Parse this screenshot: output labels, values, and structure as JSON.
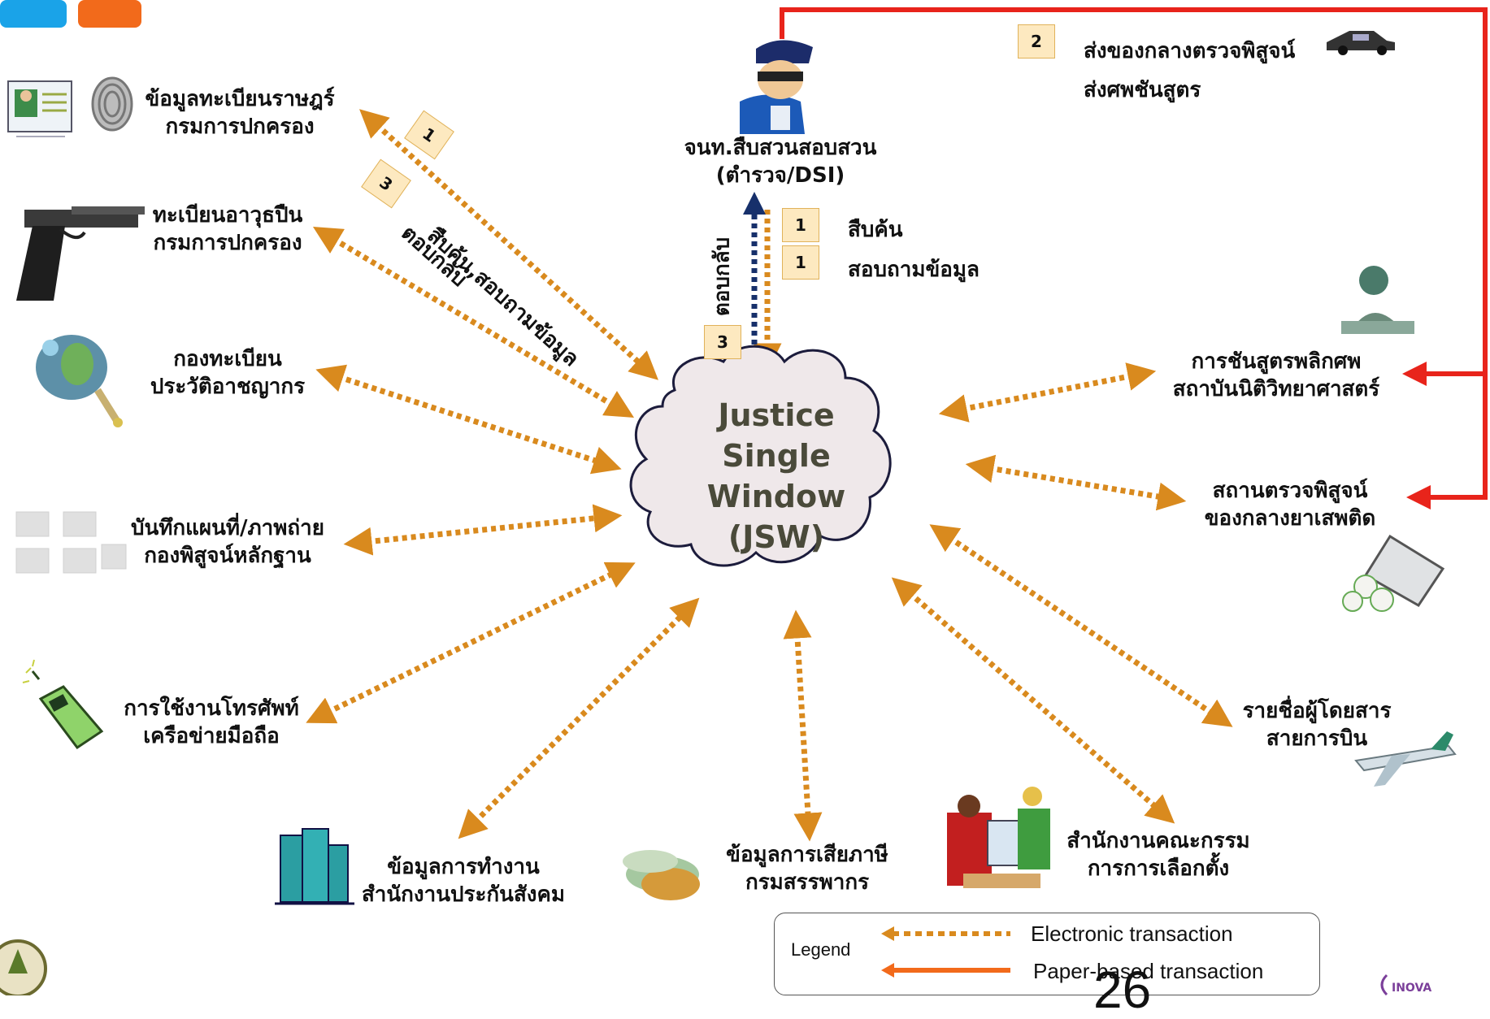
{
  "colors": {
    "electronic": "#d98a1e",
    "paper": "#e8241b",
    "cloud_fill": "#efe8ea",
    "cloud_text": "#4a4a3a",
    "up_arrow": "#17306b"
  },
  "center": {
    "line1": "Justice",
    "line2": "Single",
    "line3": "Window",
    "line4": "(JSW)"
  },
  "investigator": {
    "line1": "จนท.สืบสวนสอบสวน",
    "line2": "(ตำรวจ/DSI)"
  },
  "steps": {
    "s1a_badge": "1",
    "s1a_text": "สืบค้น",
    "s1b_badge": "1",
    "s1b_text": "สอบถามข้อมูล",
    "s3_badge": "3",
    "reply_vertical": "ตอบกลับ",
    "s2_badge": "2",
    "s2_line1": "ส่งของกลางตรวจพิสูจน์",
    "s2_line2": "ส่งศพชันสูตร",
    "diag1_badge": "1",
    "diag1_text": "สืบค้น,สอบถามข้อมูล",
    "diag3_badge": "3",
    "diag3_text": "ตอบกลับ"
  },
  "nodes": {
    "civil": {
      "line1": "ข้อมูลทะเบียนราษฎร์",
      "line2": "กรมการปกครอง"
    },
    "firearm": {
      "line1": "ทะเบียนอาวุธปืน",
      "line2": "กรมการปกครอง"
    },
    "criminal": {
      "line1": "กองทะเบียน",
      "line2": "ประวัติอาชญากร"
    },
    "map": {
      "line1": "บันทึกแผนที่/ภาพถ่าย",
      "line2": "กองพิสูจน์หลักฐาน"
    },
    "phone": {
      "line1": "การใช้งานโทรศัพท์",
      "line2": "เครือข่ายมือถือ"
    },
    "social": {
      "line1": "ข้อมูลการทำงาน",
      "line2": "สำนักงานประกันสังคม"
    },
    "tax": {
      "line1": "ข้อมูลการเสียภาษี",
      "line2": "กรมสรรพากร"
    },
    "election": {
      "line1": "สำนักงานคณะกรรม",
      "line2": "การการเลือกตั้ง"
    },
    "flight": {
      "line1": "รายชื่อผู้โดยสาร",
      "line2": "สายการบิน"
    },
    "drug": {
      "line1": "สถานตรวจพิสูจน์",
      "line2": "ของกลางยาเสพติด"
    },
    "autopsy": {
      "line1": "การชันสูตรพลิกศพ",
      "line2": "สถาบันนิติวิทยาศาสตร์"
    }
  },
  "legend": {
    "title": "Legend",
    "electronic": "Electronic transaction",
    "paper": "Paper-based transaction"
  },
  "page_number": "26",
  "icons": [
    "id-card-icon",
    "fingerprint-icon",
    "pistol-icon",
    "magnifier-fingerprint-icon",
    "map-photo-icon",
    "mobile-phone-icon",
    "office-building-icon",
    "money-stack-icon",
    "ballot-box-icon",
    "airplane-icon",
    "drug-bottle-icon",
    "forensic-person-icon",
    "police-officer-icon",
    "car-icon"
  ]
}
